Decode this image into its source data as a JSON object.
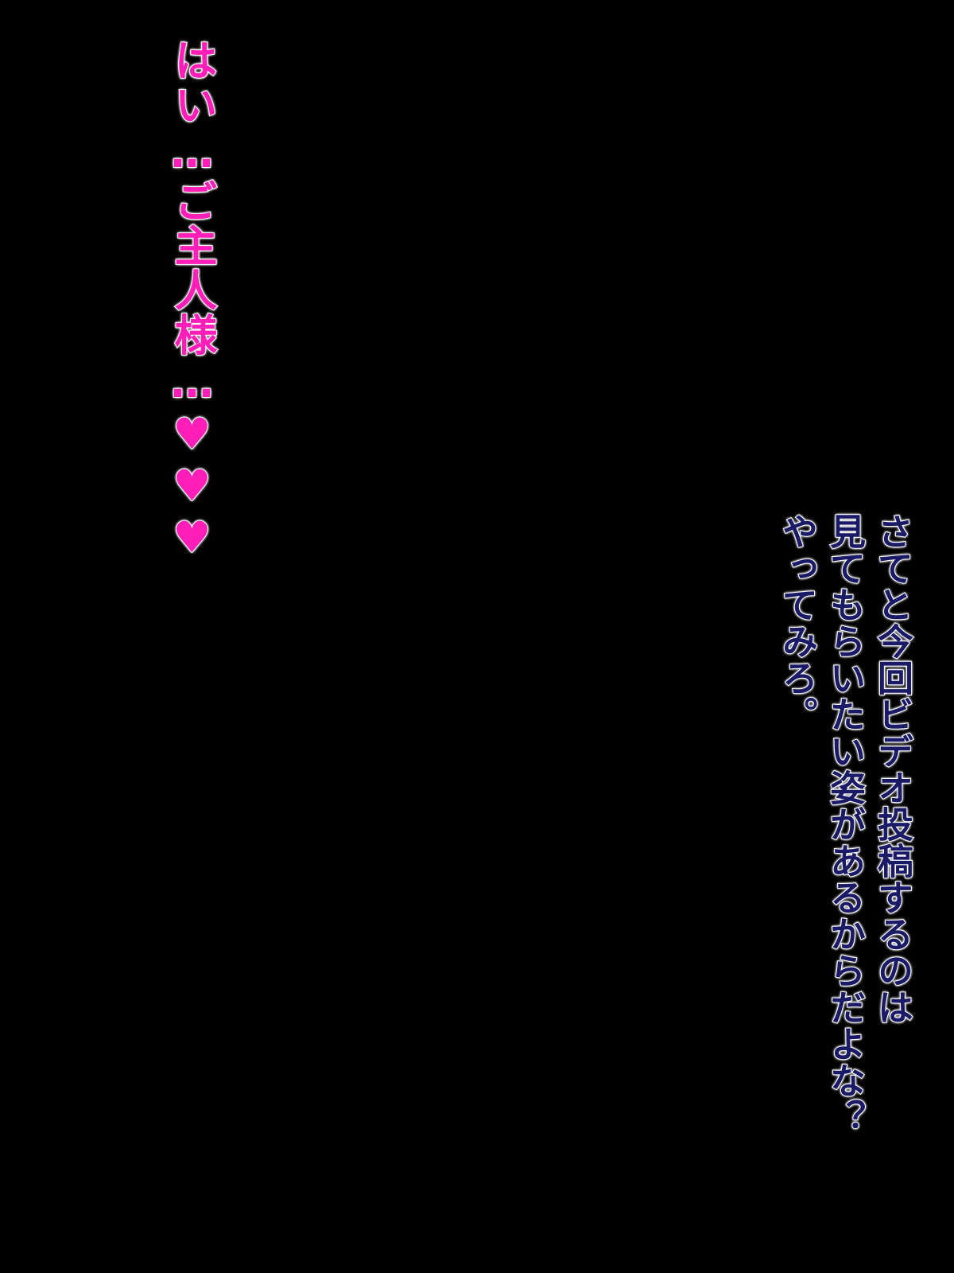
{
  "background_color": "#000000",
  "speech_left": {
    "text": "はい…ご主人様…♥♥♥",
    "color": "#ff1fb8",
    "outline_color": "#ffffff"
  },
  "speech_right": {
    "lines": [
      "さてと今回ビデオ投稿するのは",
      "見てもらいたい姿があるからだよな？",
      "やってみろ。"
    ],
    "color": "#1a1a66",
    "outline_color": "#ffffff"
  }
}
